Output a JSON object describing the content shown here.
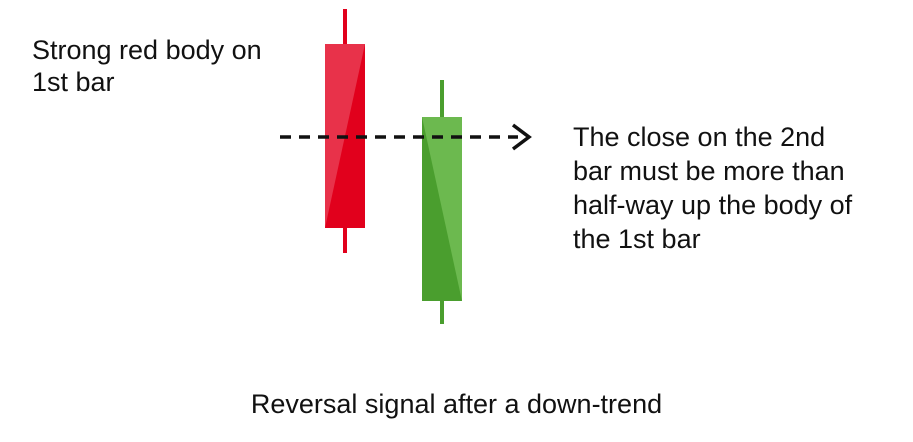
{
  "annotations": {
    "left_note_lines": [
      "Strong red body on",
      "1st bar"
    ],
    "right_note_lines": [
      "The close on the 2nd",
      "bar must be more than",
      "half-way up the body of",
      "the 1st bar"
    ]
  },
  "caption": "Reversal signal after a down-trend",
  "candles": [
    {
      "name": "1st bar",
      "direction": "bearish",
      "color": "#e1001c",
      "highlight": "#e8324a"
    },
    {
      "name": "2nd bar",
      "direction": "bullish",
      "color": "#4a9e2e",
      "highlight": "#6cb94f"
    }
  ],
  "colors": {
    "background": "#ffffff",
    "text": "#111111",
    "dashed_arrow": "#111111"
  }
}
